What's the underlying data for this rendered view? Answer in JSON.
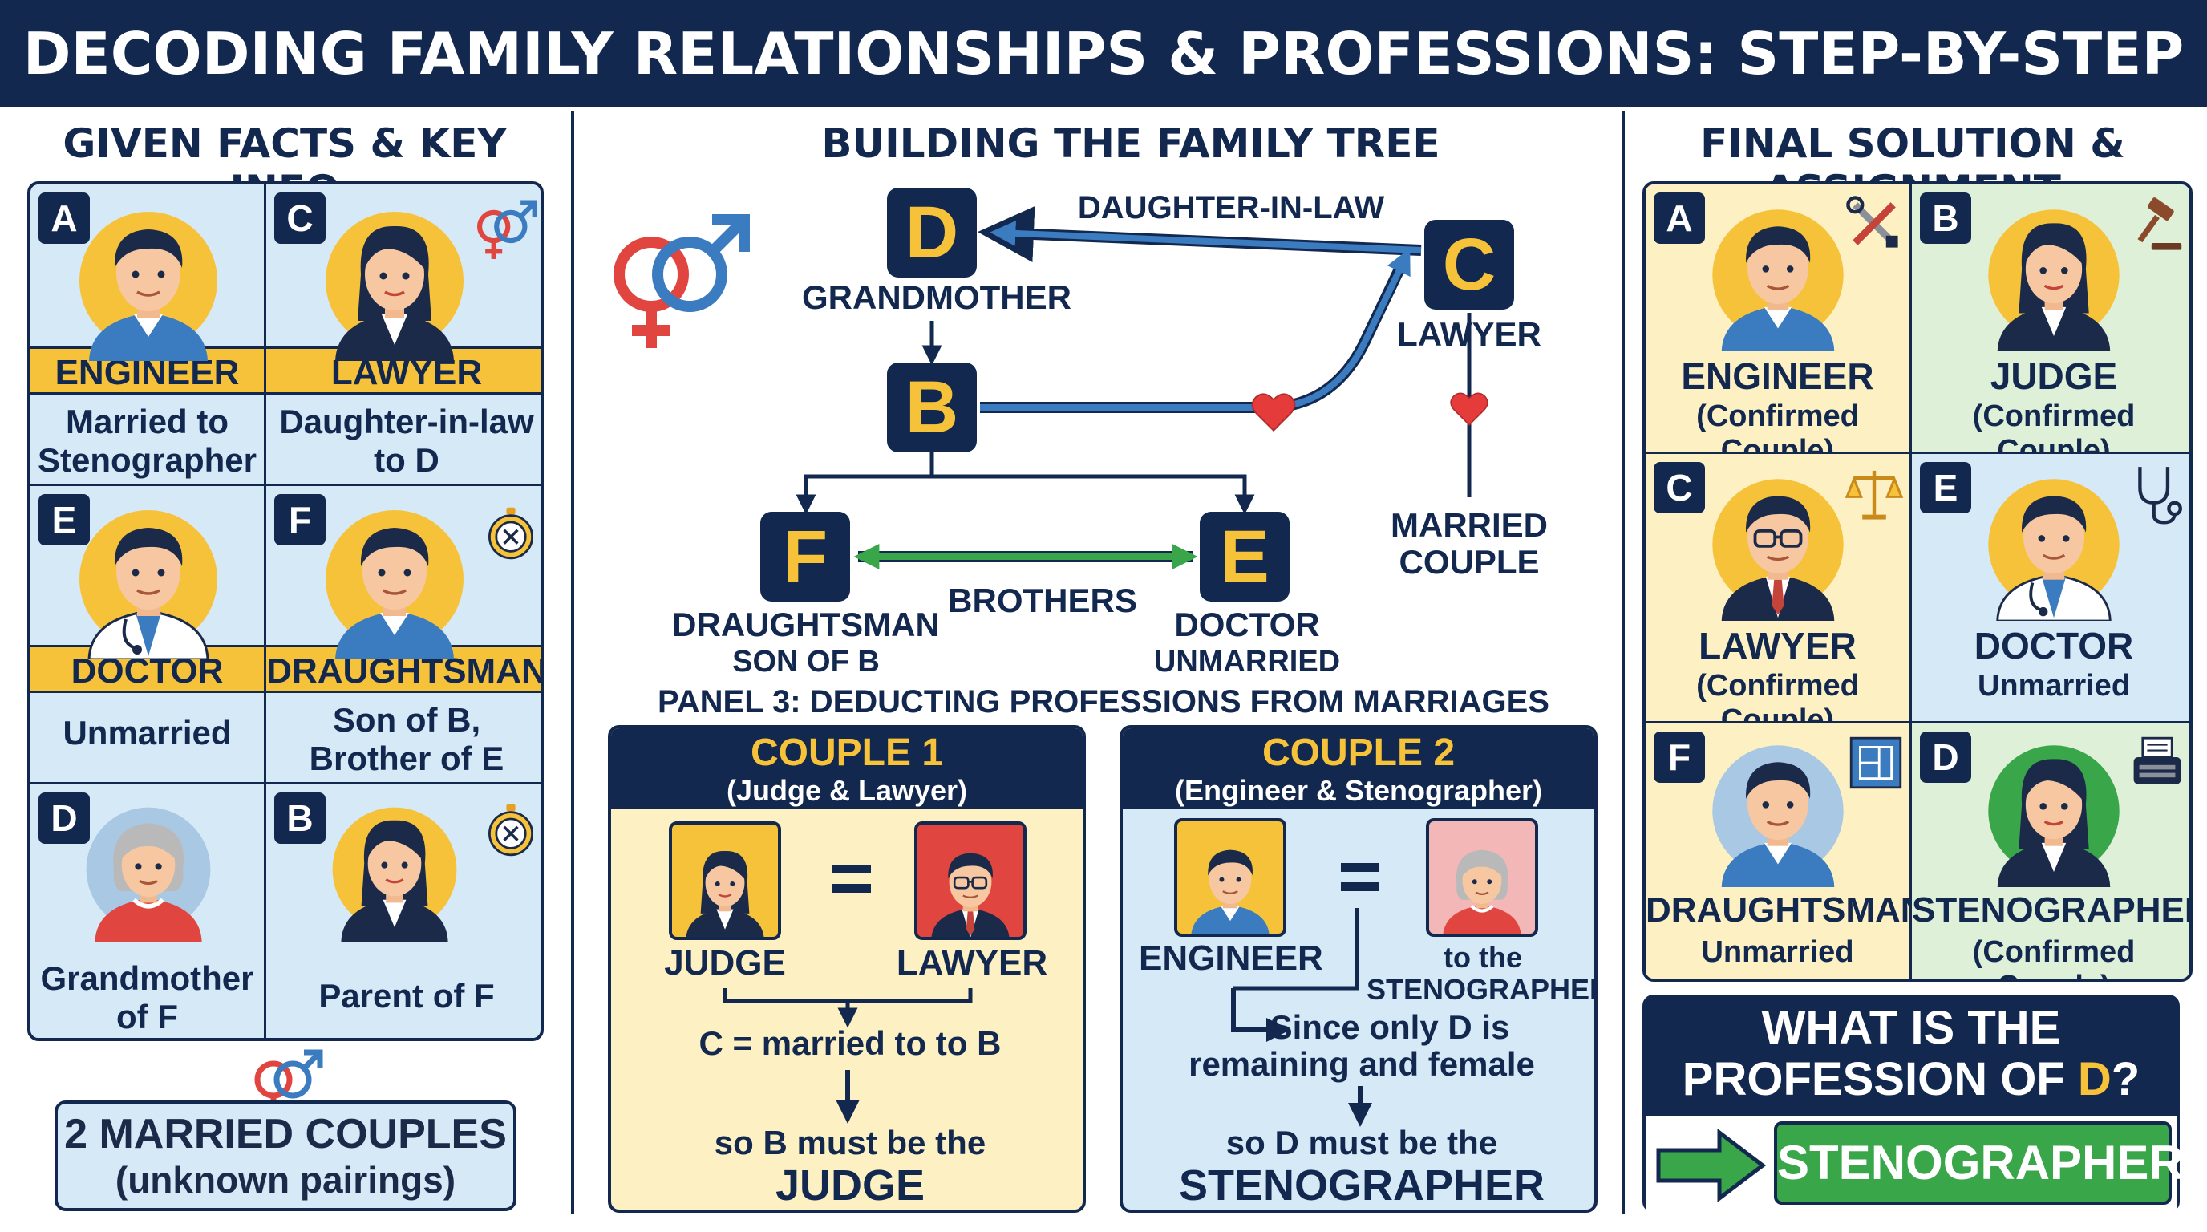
{
  "title": "DECODING FAMILY RELATIONSHIPS & PROFESSIONS: STEP-BY-STEP PUZZLE SOLUTION",
  "left": {
    "heading": "GIVEN FACTS & KEY INFO",
    "cards": [
      {
        "letter": "A",
        "profession": "ENGINEER",
        "desc1": "Married to",
        "desc2": "Stenographer"
      },
      {
        "letter": "C",
        "profession": "LAWYER",
        "desc1": "Daughter-in-law",
        "desc2": "to D"
      },
      {
        "letter": "E",
        "profession": "DOCTOR",
        "desc1": "Unmarried",
        "desc2": ""
      },
      {
        "letter": "F",
        "profession": "DRAUGHTSMAN",
        "desc1": "Son of B,",
        "desc2": "Brother of E"
      },
      {
        "letter": "D",
        "desc1": "Grandmother",
        "desc2": "of F"
      },
      {
        "letter": "B",
        "desc1": "Parent of F",
        "desc2": ""
      }
    ],
    "couples_line1": "2 MARRIED COUPLES",
    "couples_line2": "(unknown pairings)"
  },
  "middle": {
    "heading": "BUILDING THE FAMILY TREE",
    "nodes": {
      "d": "D",
      "c": "C",
      "b": "B",
      "f": "F",
      "e": "E"
    },
    "labels": {
      "daughter_in_law": "DAUGHTER-IN-LAW",
      "grandmother": "GRANDMOTHER",
      "lawyer": "LAWYER",
      "married1": "MARRIED",
      "married2": "COUPLE",
      "brothers": "BROTHERS",
      "f1": "DRAUGHTSMAN",
      "f2": "SON OF B",
      "e1": "DOCTOR",
      "e2": "UNMARRIED"
    },
    "panel3_title": "PANEL 3: DEDUCTING PROFESSIONS FROM MARRIAGES",
    "couple1": {
      "title": "COUPLE 1",
      "subtitle": "(Judge & Lawyer)",
      "left": "JUDGE",
      "eq": "=",
      "right": "LAWYER",
      "step1": "C =  married to to B",
      "step2": "so B must be the",
      "result": "JUDGE"
    },
    "couple2": {
      "title": "COUPLE 2",
      "subtitle": "(Engineer & Stenographer)",
      "left": "ENGINEER",
      "eq": "=",
      "right1": "to the",
      "right2": "STENOGRAPHER",
      "step1a": "Since only D is",
      "step1b": "remaining and female",
      "step2": "so D must be the",
      "result": "STENOGRAPHER"
    }
  },
  "right": {
    "heading": "FINAL SOLUTION & ASSIGNMENT",
    "cells": [
      {
        "letter": "A",
        "profession": "ENGINEER",
        "status": "(Confirmed Couple)"
      },
      {
        "letter": "B",
        "profession": "JUDGE",
        "status": "(Confirmed Couple)"
      },
      {
        "letter": "C",
        "profession": "LAWYER",
        "status": "(Confirmed Couple)"
      },
      {
        "letter": "E",
        "profession": "DOCTOR",
        "status": "Unmarried"
      },
      {
        "letter": "F",
        "profession": "DRAUGHTSMAN",
        "status": "Unmarried"
      },
      {
        "letter": "D",
        "profession": "STENOGRAPHER",
        "status": "(Confirmed Couple)"
      }
    ],
    "question_pre": "WHAT IS THE",
    "question_line2": "PROFESSION OF ",
    "question_letter": "D",
    "question_mark": "?",
    "answer": "STENOGRAPHER"
  },
  "colors": {
    "navy": "#13284f",
    "gold": "#f6c23a",
    "light_blue": "#d6e9f7",
    "cream": "#fdf1c4",
    "mint": "#dff0d8",
    "green": "#3aa64a",
    "blue_arrow": "#3b7bbf",
    "heart_red": "#e53b3b"
  },
  "icons": [
    "gender-symbols-icon",
    "tools-icon",
    "gavel-icon",
    "scales-icon",
    "stethoscope-icon",
    "blueprint-icon",
    "typewriter-icon",
    "compass-icon",
    "heart-icon",
    "arrow-right-icon"
  ]
}
